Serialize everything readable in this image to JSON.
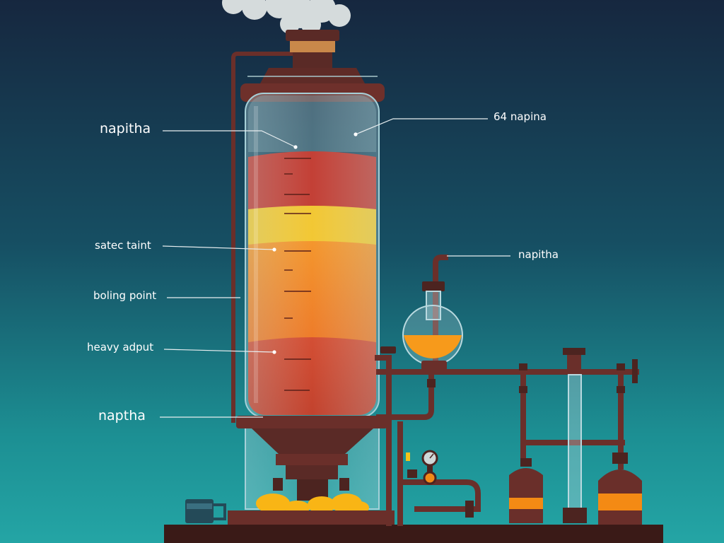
{
  "labels": {
    "left_top": "napitha",
    "right_top": "64 napina",
    "left_safe": "satec taint",
    "left_boiling": "boling point",
    "left_heavy": "heavy adput",
    "left_bottom": "naptha",
    "right_flask": "napitha"
  },
  "colors": {
    "bg_top": "#16273f",
    "bg_bottom": "#24a5a5",
    "pipe": "#6a2f2a",
    "layer_red": "#c0281c",
    "layer_yellow": "#f6c21a",
    "layer_orange": "#f47c12",
    "layer_red_lower": "#cf3216",
    "glass": "#9fc9d2",
    "smoke": "#e8ecea"
  }
}
